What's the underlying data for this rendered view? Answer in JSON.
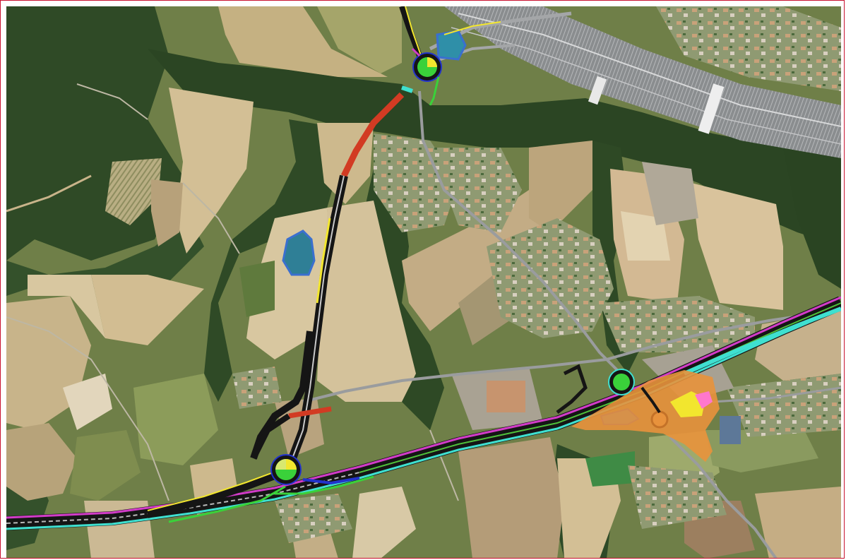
{
  "map": {
    "kind": "aerial-photo-with-road-project-overlay",
    "frame_color": "#c8102e",
    "colors": {
      "forest": "#2f4a26",
      "forest_dark": "#213a1c",
      "field_tan": "#c9b48c",
      "field_light": "#dac9a3",
      "field_green": "#7f9155",
      "meadow": "#8fa35e",
      "urban": "#a8a294",
      "road_grey": "#9a9c9e",
      "motorway": "#7e8284",
      "pond": "#2f8fa8",
      "pond_edge": "#3a6fcf",
      "road_red": "#d23b23",
      "road_orange": "#e8923c",
      "road_black": "#151515",
      "line_magenta": "#d23cc8",
      "line_cyan": "#3fe0d0",
      "line_green": "#3ad13a",
      "line_yellow": "#f2e62e",
      "line_blue": "#2233cc",
      "line_pink": "#ff77cc"
    },
    "features": {
      "roundabouts": [
        "north-roundabout",
        "east-roundabout",
        "southwest-roundabout",
        "southeast-roundabout"
      ],
      "ponds": [
        "north-pond",
        "central-pond",
        "southeast-pond"
      ],
      "motorway": "toll-plaza-motorway"
    }
  }
}
